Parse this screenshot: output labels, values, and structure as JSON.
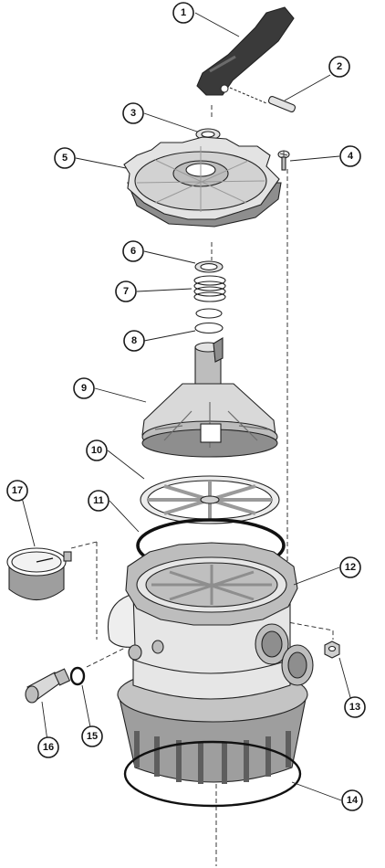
{
  "callouts": [
    "1",
    "2",
    "3",
    "4",
    "5",
    "6",
    "7",
    "8",
    "9",
    "10",
    "11",
    "12",
    "13",
    "14",
    "15",
    "16",
    "17"
  ],
  "colors": {
    "part_light": "#e3e3e3",
    "part_mid": "#bdbdbd",
    "part_dark": "#8e8e8e",
    "handle": "#3a3a3a",
    "outline": "#222222"
  },
  "icons": {
    "handle": "valve-handle-icon",
    "pin": "handle-pin-icon",
    "washer": "washer-icon",
    "screw": "screw-icon",
    "cover": "valve-cover-icon",
    "spring": "spring-icon",
    "rotor": "rotor-icon",
    "gasket": "gasket-icon",
    "body": "valve-body-icon",
    "gauge": "pressure-gauge-icon",
    "plug": "drain-plug-icon",
    "nut": "nut-icon"
  }
}
